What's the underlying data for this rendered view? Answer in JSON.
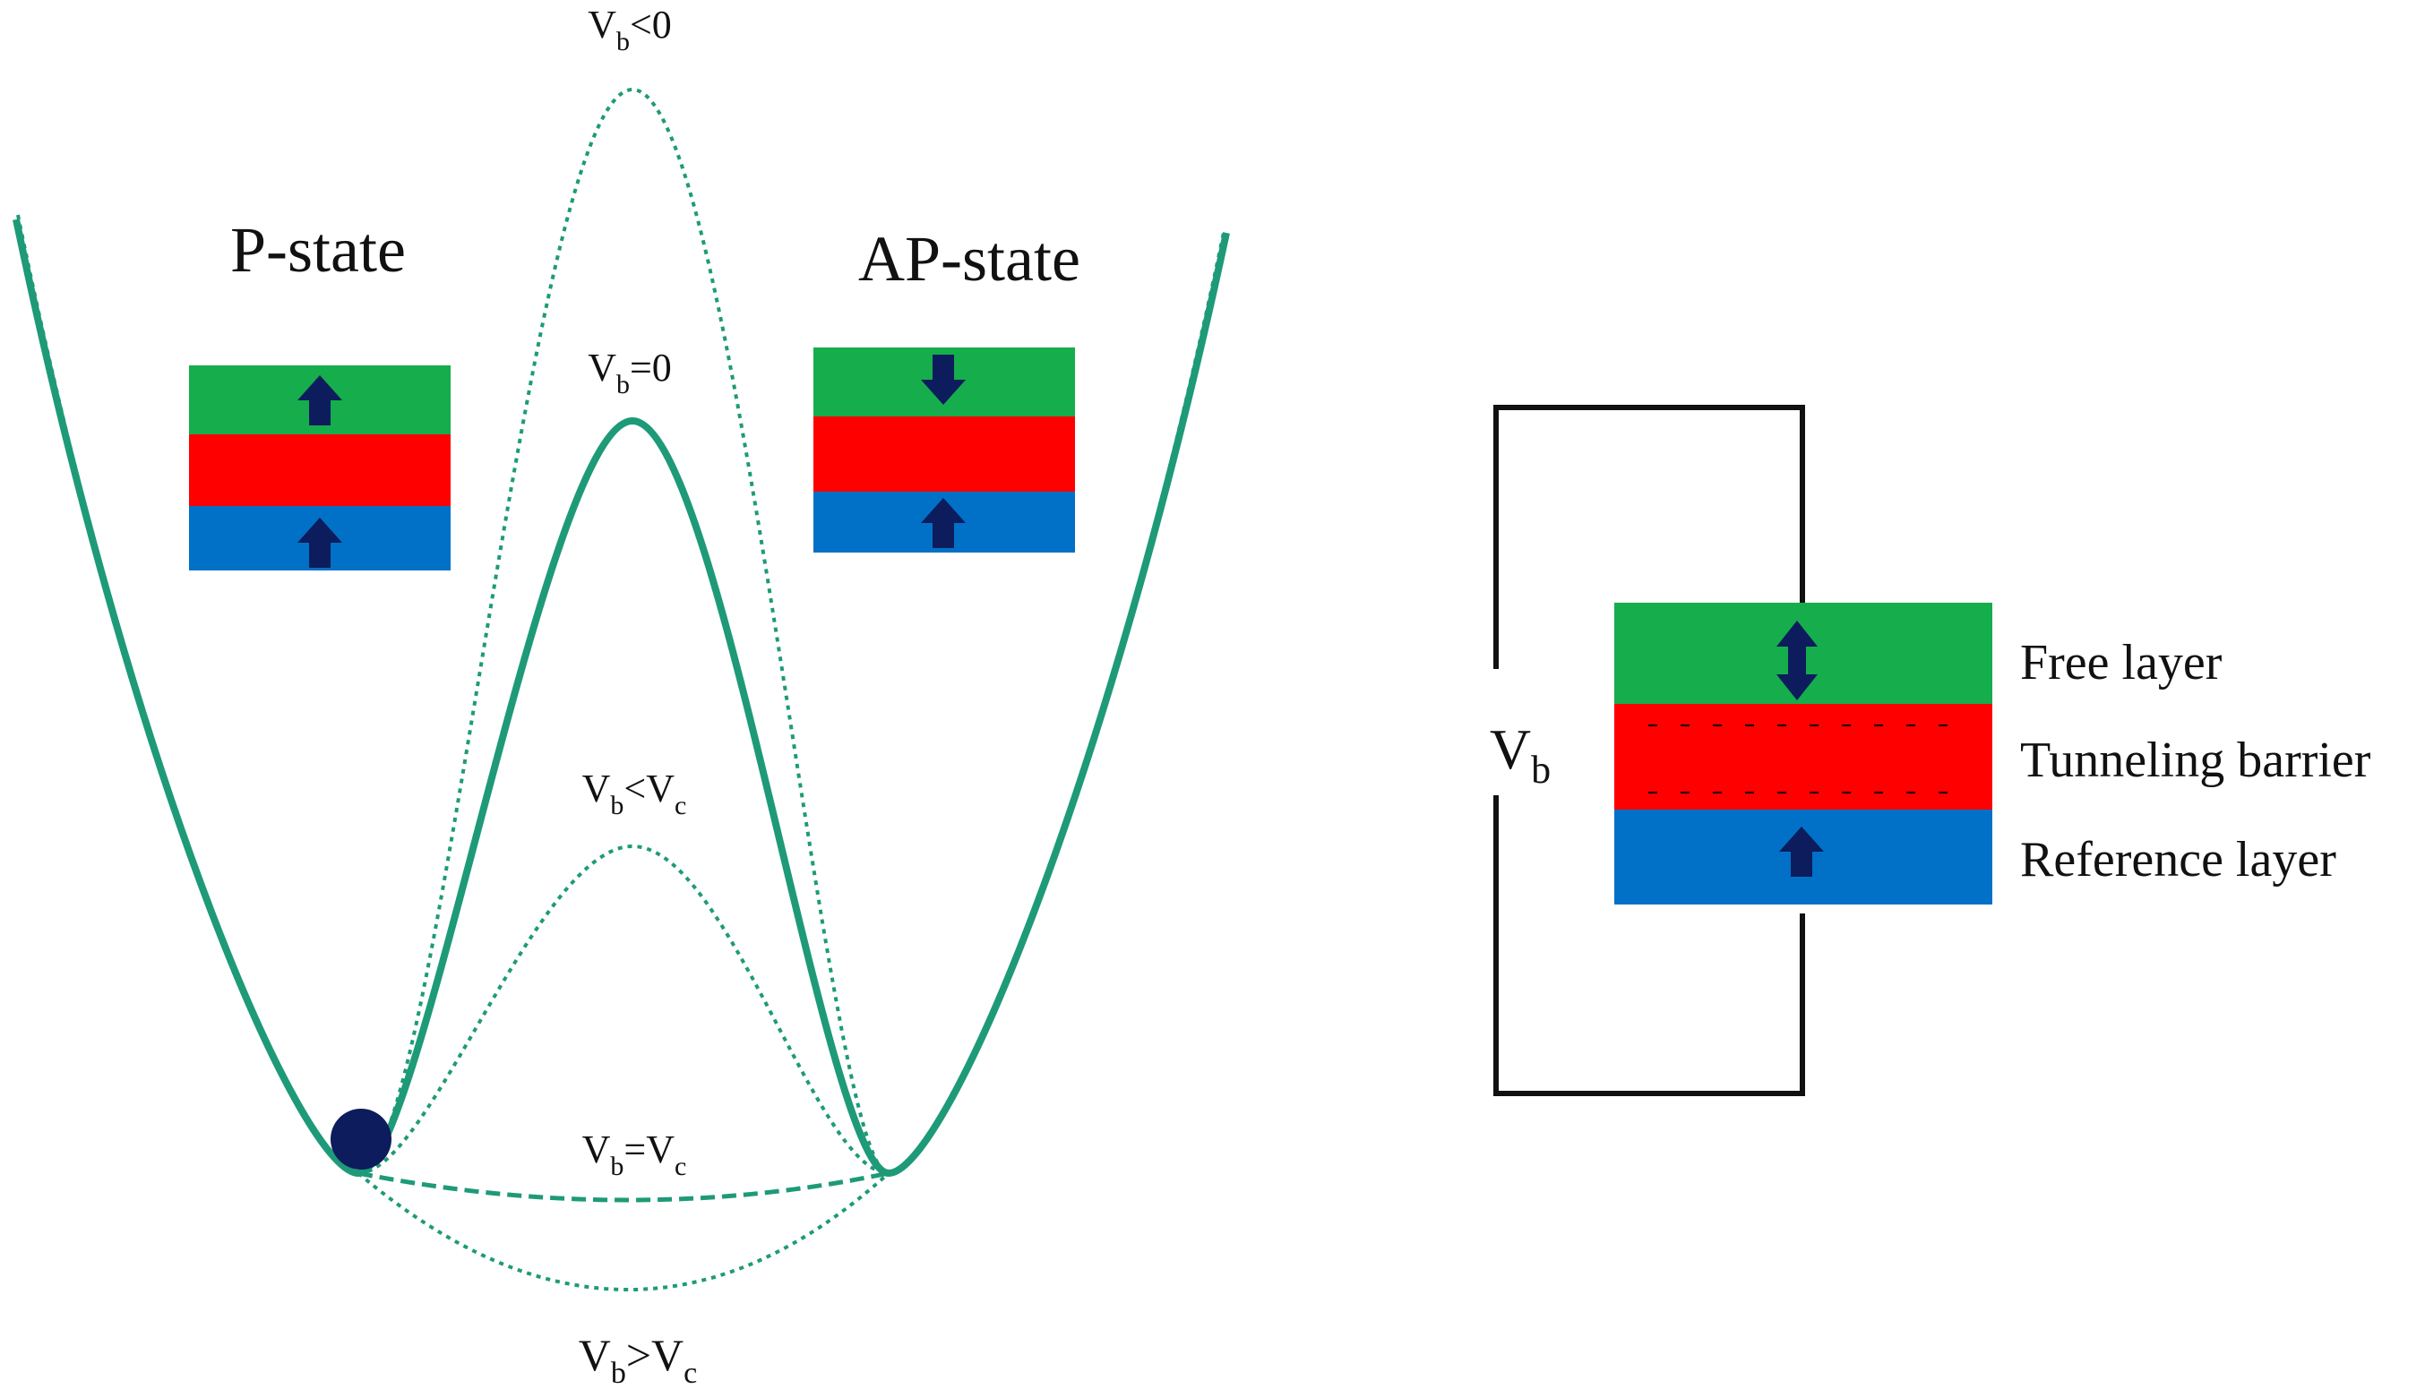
{
  "colors": {
    "curve": "#1e9a78",
    "free": "#16ad4c",
    "barrier": "#ff0000",
    "reference": "#0071c6",
    "arrow": "#0c1c5c",
    "ball": "#0c1c5c",
    "wire": "#111111",
    "text": "#111111"
  },
  "energy": {
    "p_state": "P-state",
    "ap_state": "AP-state",
    "labels": {
      "neg": {
        "v": "V",
        "sub": "b",
        "rel": "<0",
        "sub2": ""
      },
      "zero": {
        "v": "V",
        "sub": "b",
        "rel": "=0",
        "sub2": ""
      },
      "lt": {
        "v": "V",
        "sub": "b",
        "rel": "<V",
        "sub2": "c"
      },
      "eq": {
        "v": "V",
        "sub": "b",
        "rel": "=V",
        "sub2": "c"
      },
      "gt": {
        "v": "V",
        "sub": "b",
        "rel": ">V",
        "sub2": "c"
      }
    }
  },
  "circuit": {
    "vb": {
      "v": "V",
      "sub": "b"
    },
    "layers": {
      "free": "Free layer",
      "barrier": "Tunneling barrier",
      "reference": "Reference layer"
    }
  }
}
